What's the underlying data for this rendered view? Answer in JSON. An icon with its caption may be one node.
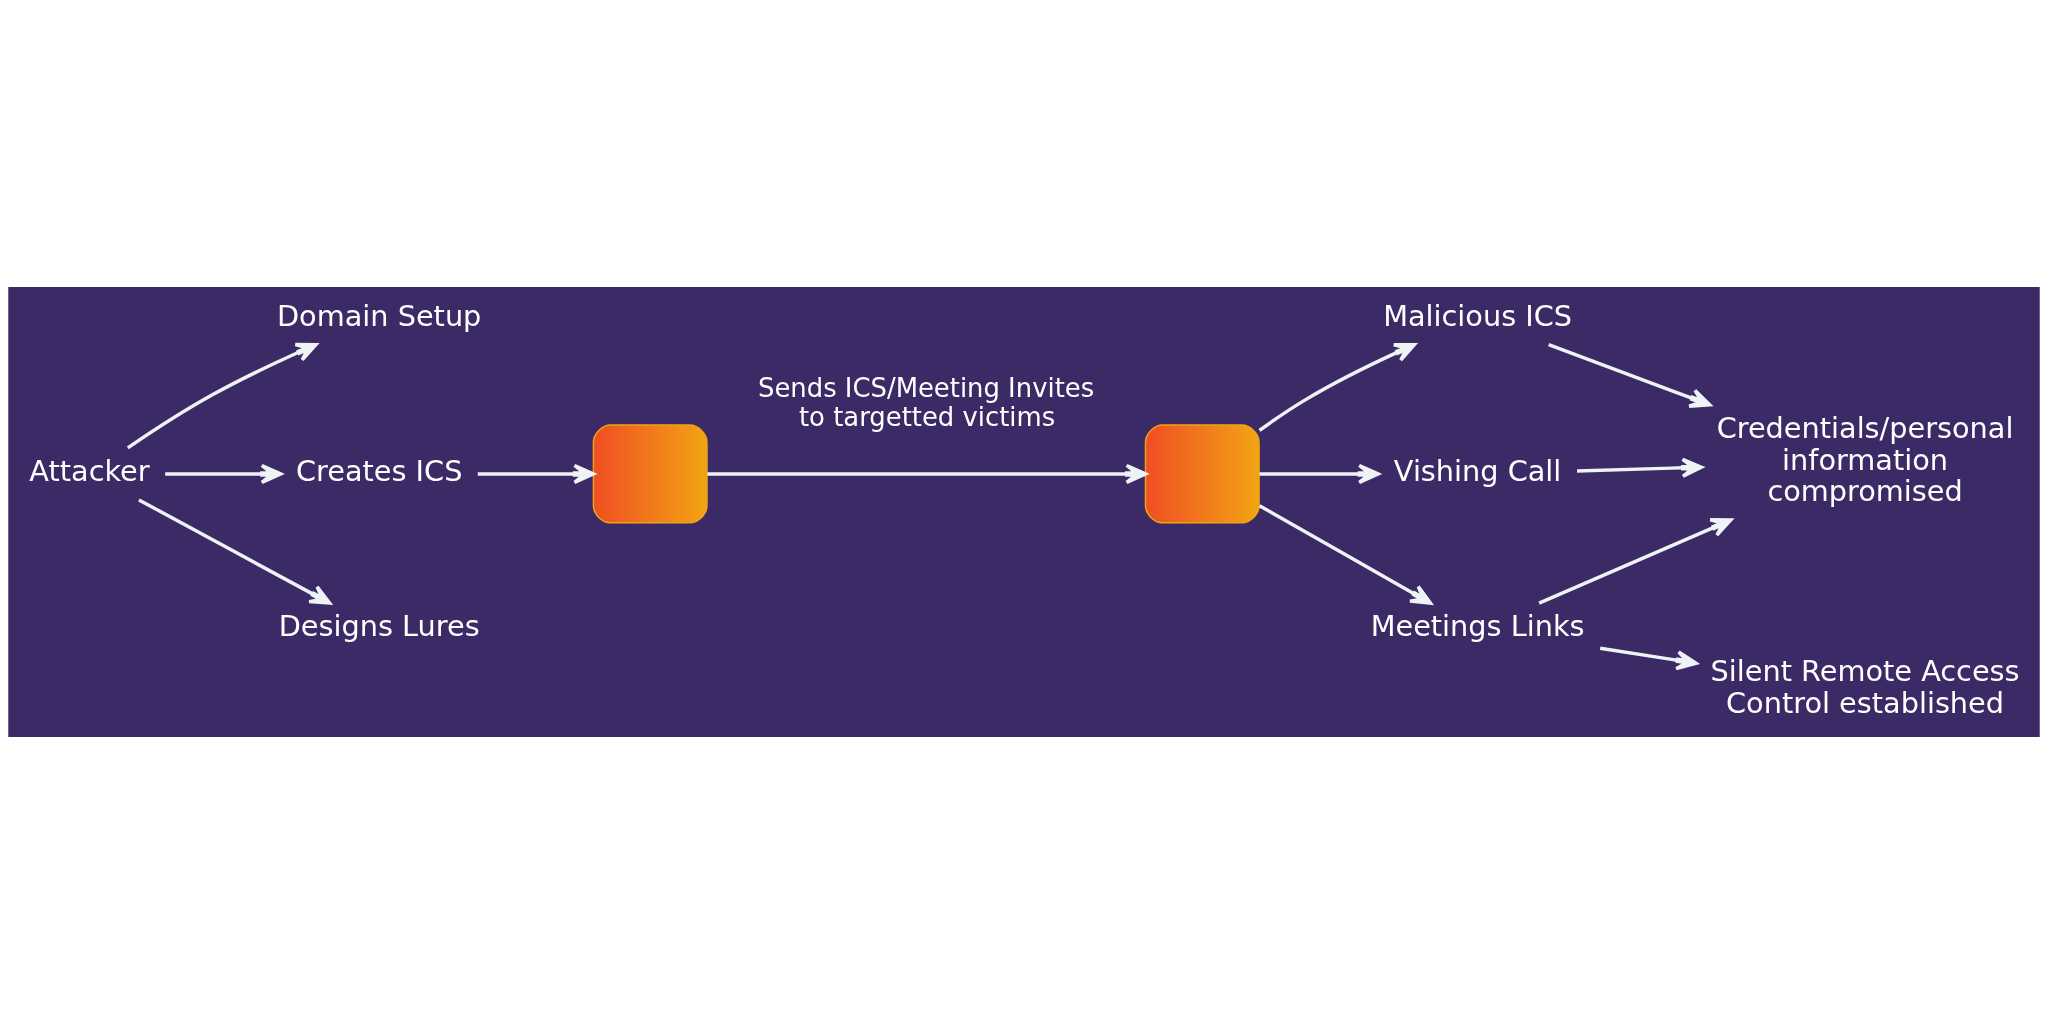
{
  "diagram": {
    "nodes": [
      {
        "text": [
          "Attacker"
        ]
      },
      {
        "text": [
          "Domain Setup"
        ]
      },
      {
        "text": [
          "Creates ICS"
        ]
      },
      {
        "text": [
          "Designs Lures"
        ]
      },
      {
        "text": [],
        "shape": "picture"
      },
      {
        "text": [],
        "shape": "picture"
      },
      {
        "text": [
          "Malicious ICS"
        ]
      },
      {
        "text": [
          "Vishing Call"
        ]
      },
      {
        "text": [
          "Meetings Links"
        ]
      },
      {
        "text": [
          "Credentials/personal information compromised"
        ]
      },
      {
        "text": [
          "Silent Remote Access Control established"
        ]
      }
    ],
    "edges": [
      {
        "from": 0,
        "to": 1,
        "arrow": "to"
      },
      {
        "from": 0,
        "to": 2,
        "arrow": "to"
      },
      {
        "from": 0,
        "to": 3,
        "arrow": "to"
      },
      {
        "from": 2,
        "to": 4,
        "arrow": "to"
      },
      {
        "from": 4,
        "to": 5,
        "arrow": "to",
        "label": "Sends ICS/Meeting Invites to targetted victims"
      },
      {
        "from": 5,
        "to": 6,
        "arrow": "to"
      },
      {
        "from": 5,
        "to": 7,
        "arrow": "to"
      },
      {
        "from": 5,
        "to": 8,
        "arrow": "to"
      },
      {
        "from": 6,
        "to": 9,
        "arrow": "to"
      },
      {
        "from": 7,
        "to": 9,
        "arrow": "to"
      },
      {
        "from": 8,
        "to": 9,
        "arrow": "to"
      },
      {
        "from": 8,
        "to": 10,
        "arrow": "to"
      }
    ]
  }
}
